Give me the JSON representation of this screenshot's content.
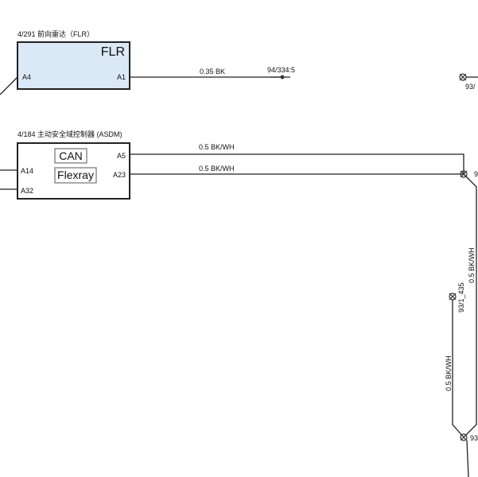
{
  "colors": {
    "flr_fill": "#dbe8f6",
    "line": "#222222",
    "text": "#111111"
  },
  "flr": {
    "label": "4/291 前向雷达（FLR）",
    "title": "FLR",
    "pin_left": "A4",
    "pin_right": "A1"
  },
  "asdm": {
    "label": "4/184 主动安全域控制器 (ASDM)",
    "bus_can": "CAN",
    "bus_flexray": "Flexray",
    "pins": {
      "a5": "A5",
      "a23": "A23",
      "a14": "A14",
      "a32": "A32"
    }
  },
  "wires": {
    "flr_a1": "0.35 BK",
    "flr_a1_dest": "94/334:5",
    "asdm_a5": "0.5 BK/WH",
    "asdm_a23": "0.5 BK/WH",
    "vertical_right": "0.5 BK/WH",
    "vertical_left": "0.5 BK/WH"
  },
  "splices": {
    "top_right": "93/",
    "middle": "9",
    "left_mid": "93/1_435",
    "bottom": "93"
  }
}
